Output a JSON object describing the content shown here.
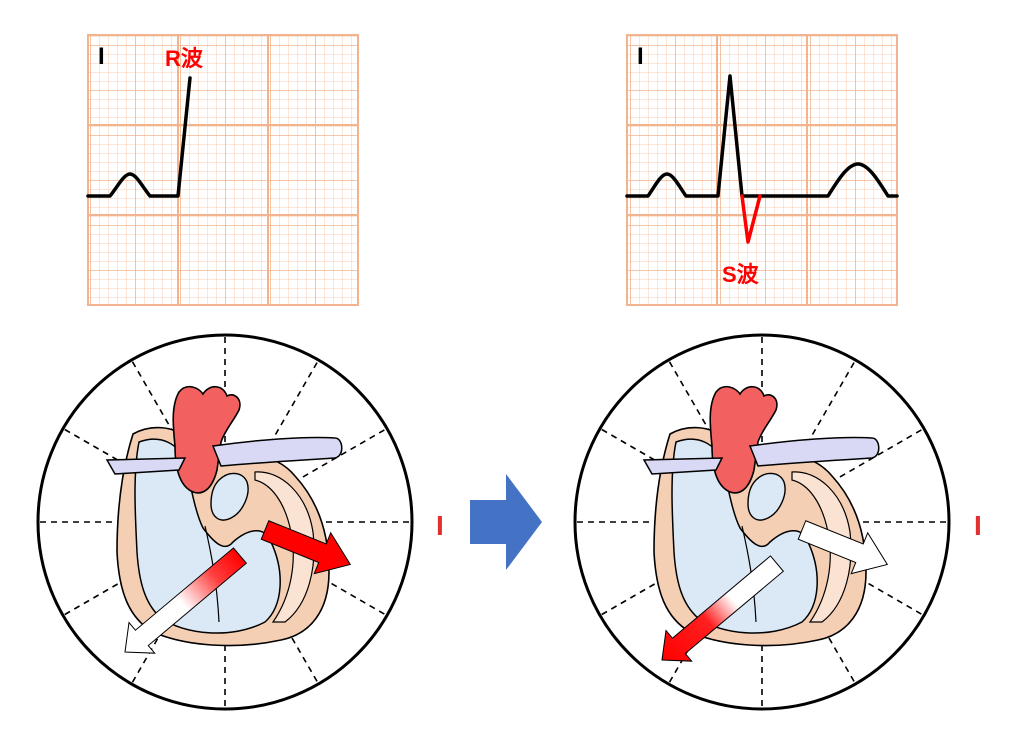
{
  "lead_label": "I",
  "panels": [
    {
      "wave_label": "R波",
      "wave_color": "#ff0000"
    },
    {
      "wave_label": "S波",
      "wave_color": "#ff0000"
    }
  ],
  "colors": {
    "ecg_grid_major": "#f2b48e",
    "ecg_grid_minor": "#f7cdb2",
    "ecg_trace": "#000000",
    "lead_label_red": "#e03030",
    "vector_red": "#ff0000",
    "arrow_blue": "#4472c4",
    "aorta_red": "#f26060",
    "vessel_lavender": "#d9d9f5",
    "chamber_blue": "#dbe8f5",
    "myocardium_peach": "#f5cfb4",
    "vein_brown": "#b8541a"
  },
  "icons": [
    "heart-cross-section-icon",
    "right-arrow-icon",
    "vector-arrow-icon"
  ]
}
